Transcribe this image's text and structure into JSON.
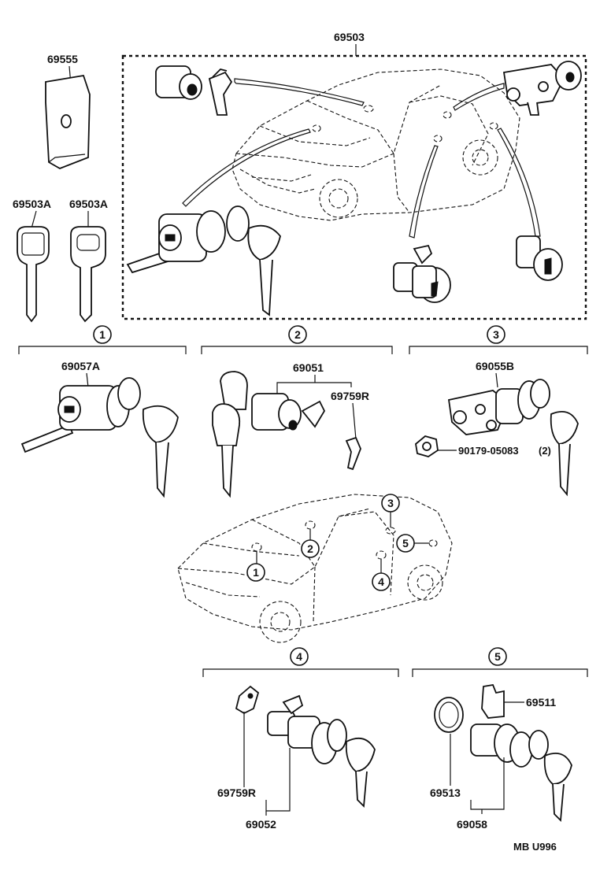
{
  "parts": {
    "set_top": "69503",
    "card": "69555",
    "key_left": "69503A",
    "key_right": "69503A",
    "ignition_cyl": "69057A",
    "door_cyl_set": "69051",
    "clip_front": "69759R",
    "back_door_cyl": "69055B",
    "nut": "90179-05083",
    "nut_qty": "(2)",
    "rear_door_cyl": "69052",
    "clip_rear": "69759R",
    "hatch_clip": "69511",
    "hatch_pad": "69513",
    "hatch_cyl": "69058"
  },
  "callouts": {
    "c1": "1",
    "c2": "2",
    "c3": "3",
    "c4": "4",
    "c5": "5"
  },
  "footer": {
    "code": "MB U996"
  }
}
